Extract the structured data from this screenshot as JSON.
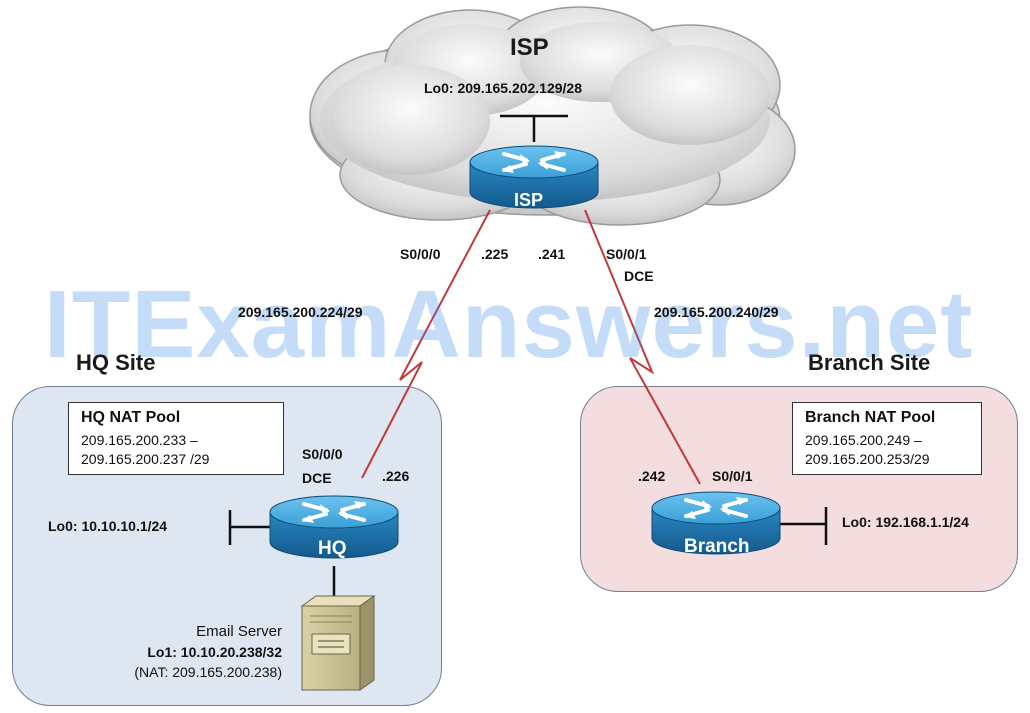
{
  "cloud": {
    "title": "ISP",
    "lo0": "Lo0: 209.165.202.129/28"
  },
  "isp_router": {
    "label": "ISP",
    "left_if": "S0/0/0",
    "left_ip": ".225",
    "right_ip": ".241",
    "right_if": "S0/0/1",
    "right_dce": "DCE"
  },
  "links": {
    "left_net": "209.165.200.224/29",
    "right_net": "209.165.200.240/29"
  },
  "watermark": "ITExamAnswers.net",
  "hq_site": {
    "title": "HQ Site",
    "pool_title": "HQ NAT Pool",
    "pool_line1": "209.165.200.233 –",
    "pool_line2": "209.165.200.237 /29",
    "serial_if": "S0/0/0",
    "serial_dce": "DCE",
    "serial_ip": ".226",
    "lo0": "Lo0: 10.10.10.1/24",
    "router_label": "HQ",
    "server_title": "Email Server",
    "server_lo1": "Lo1: 10.10.20.238/32",
    "server_nat": "(NAT:  209.165.200.238)"
  },
  "branch_site": {
    "title": "Branch Site",
    "pool_title": "Branch NAT Pool",
    "pool_line1": "209.165.200.249 –",
    "pool_line2": "209.165.200.253/29",
    "serial_ip": ".242",
    "serial_if": "S0/0/1",
    "lo0": "Lo0: 192.168.1.1/24",
    "router_label": "Branch"
  },
  "colors": {
    "link": "#c0393b",
    "router_top": "#3aa0d8",
    "router_side": "#1a6fa8",
    "hq_site_fill": "#dde6f1",
    "branch_site_fill": "#f3dddf"
  },
  "icons": [
    "cloud-icon",
    "router-icon",
    "server-icon"
  ]
}
